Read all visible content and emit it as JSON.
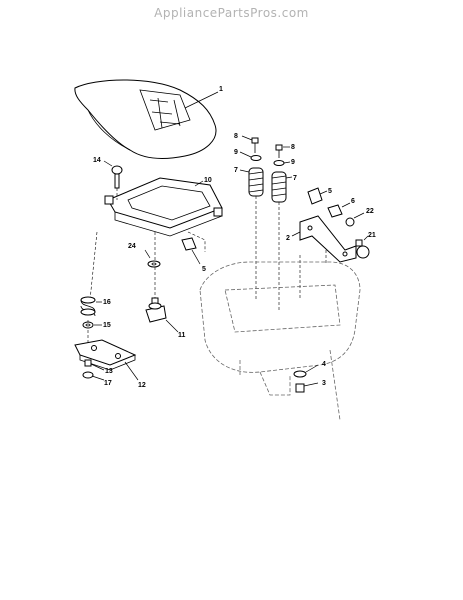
{
  "watermark": "AppliancePartsPros.com",
  "callouts": [
    "1",
    "2",
    "3",
    "4",
    "5",
    "5",
    "6",
    "7",
    "7",
    "8",
    "8",
    "9",
    "9",
    "10",
    "11",
    "12",
    "13",
    "14",
    "15",
    "16",
    "17",
    "21",
    "22",
    "24"
  ]
}
